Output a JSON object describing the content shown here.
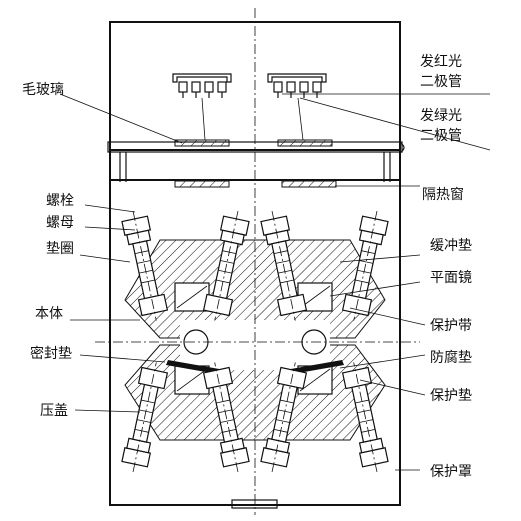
{
  "labels": {
    "red_led": "发红光\n二极管",
    "green_led": "发绿光\n二极管",
    "frosted_glass": "毛玻璃",
    "insulation_window": "隔热窗",
    "bolt": "螺栓",
    "nut": "螺母",
    "washer": "垫圈",
    "buffer_pad": "缓冲垫",
    "plane_mirror": "平面镜",
    "body": "本体",
    "protective_belt": "保护带",
    "seal_gasket": "密封垫",
    "anticorrosion_pad": "防腐垫",
    "gland": "压盖",
    "protective_pad": "保护垫",
    "protective_cover": "保护罩"
  }
}
